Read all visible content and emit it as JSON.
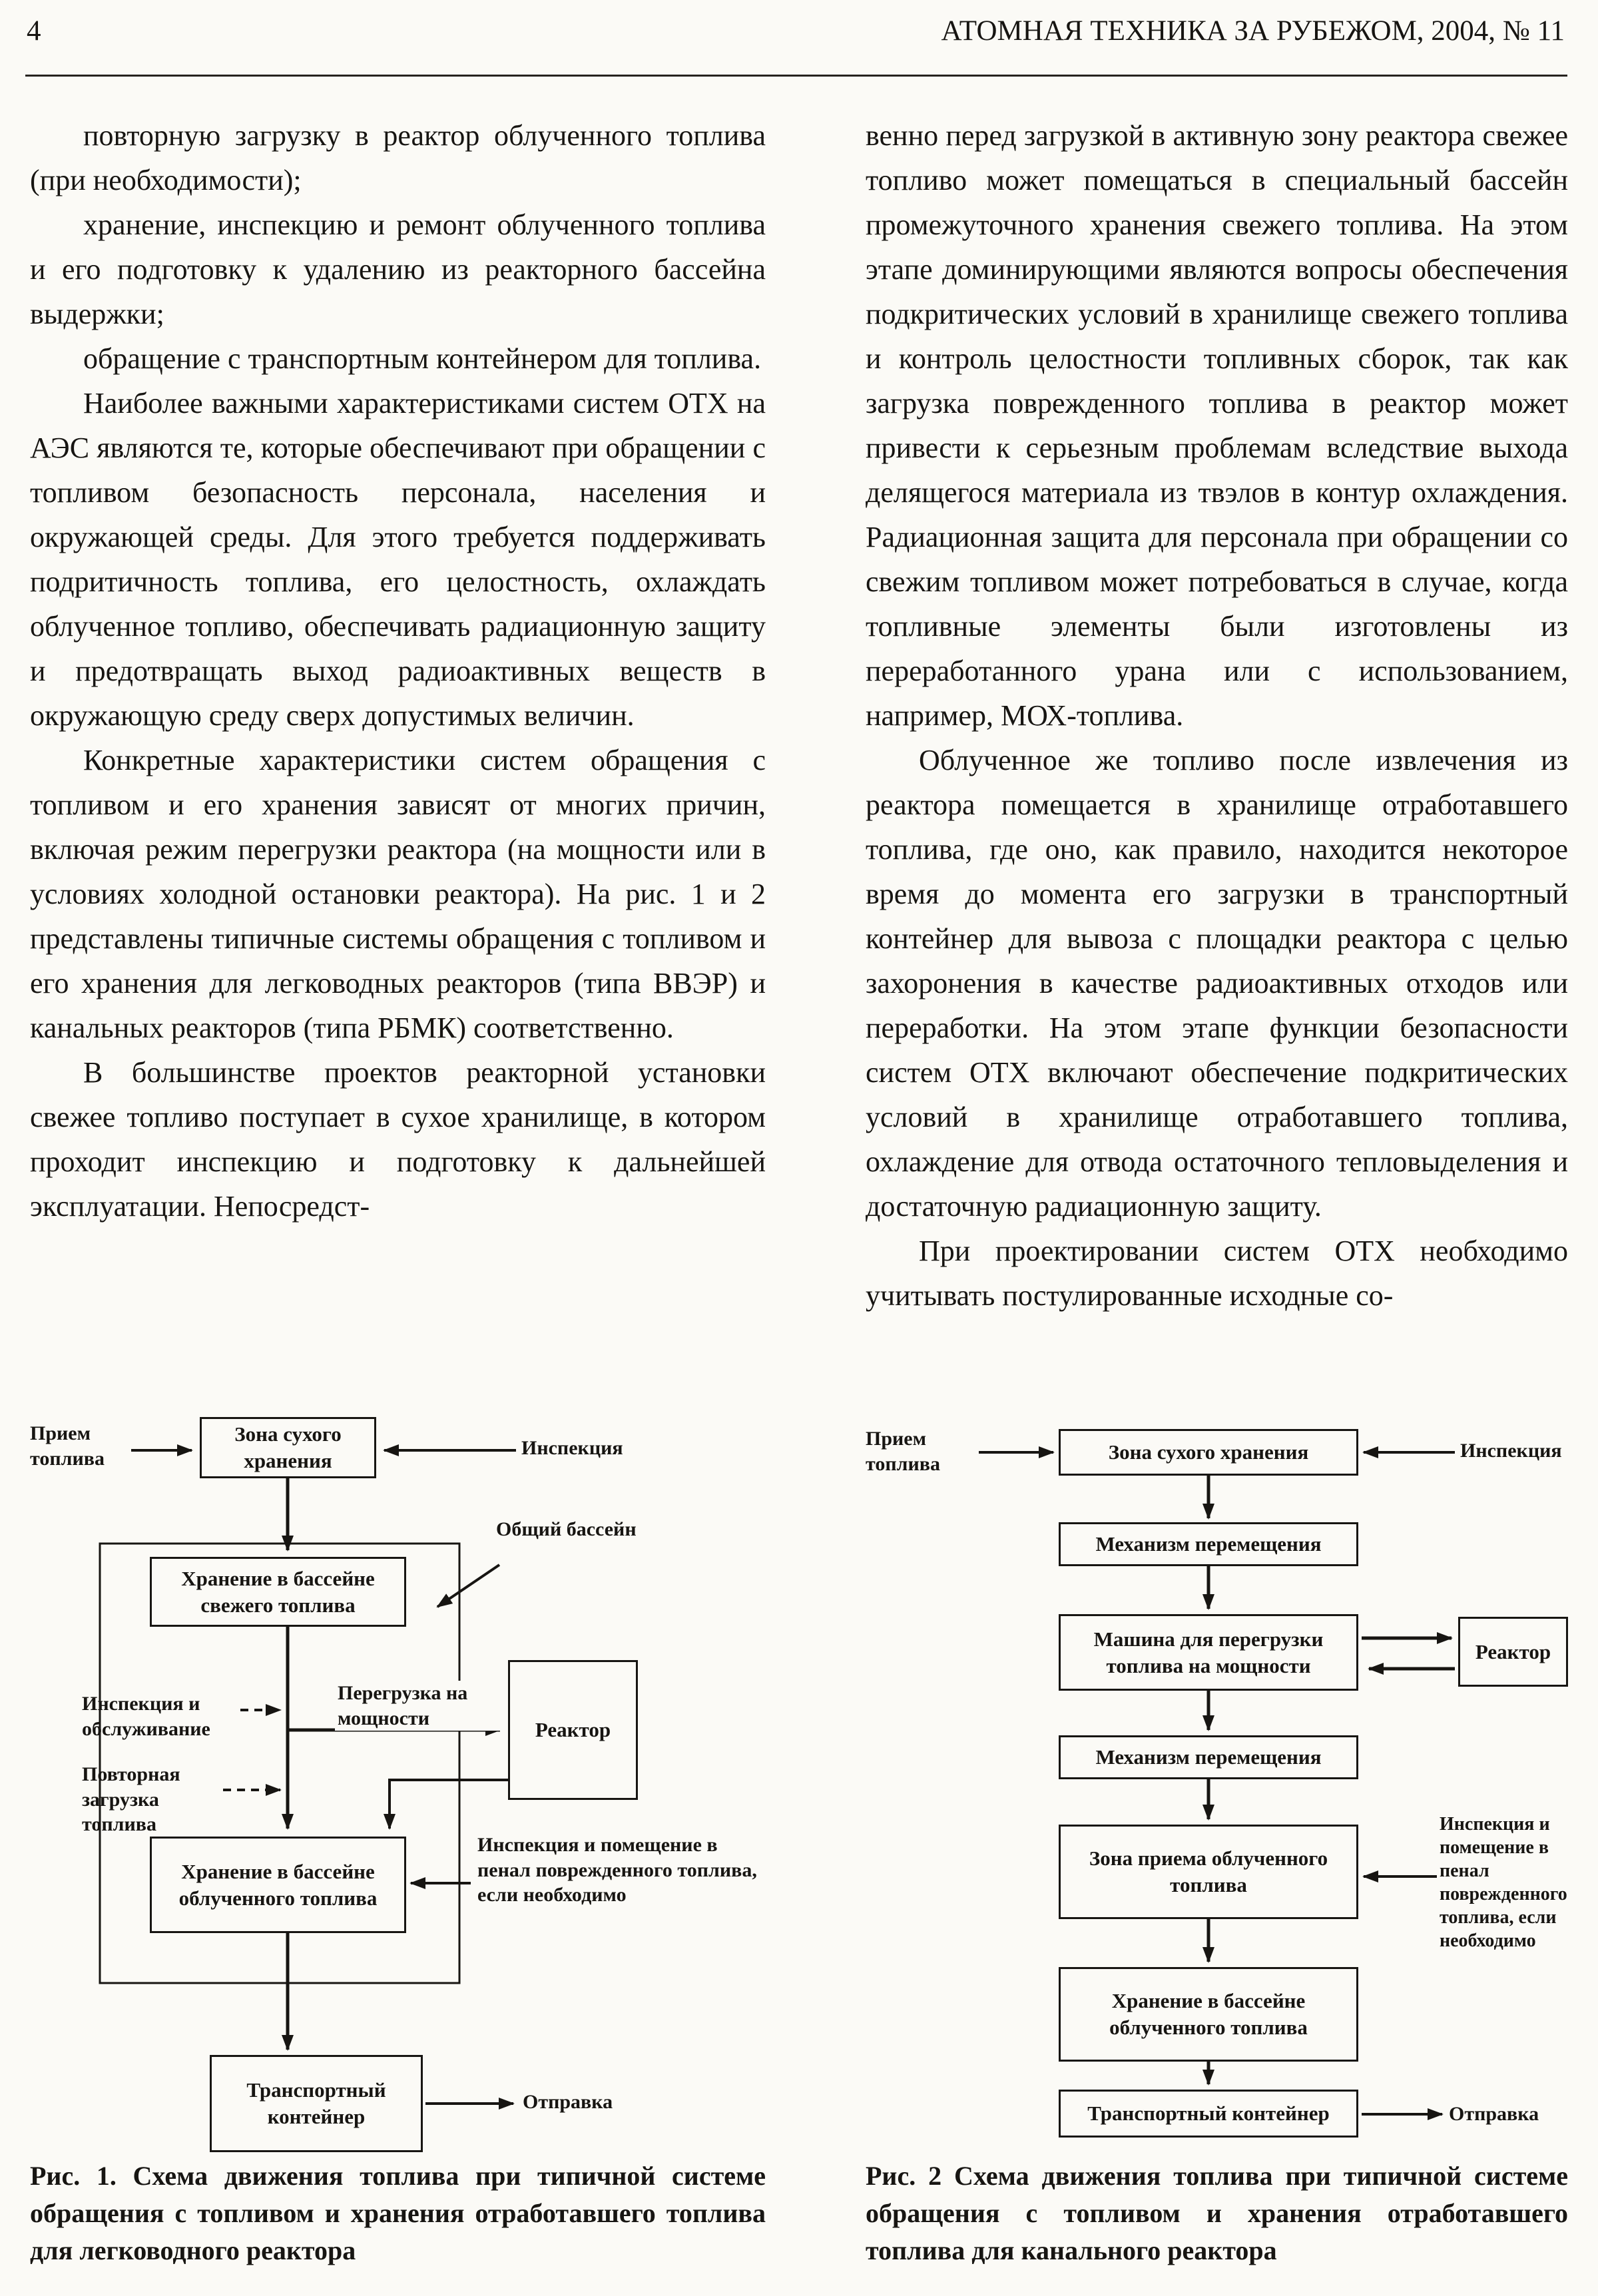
{
  "header": {
    "page_number": "4",
    "journal_title": "АТОМНАЯ ТЕХНИКА ЗА РУБЕЖОМ, 2004, № 11"
  },
  "article": {
    "left_column": {
      "paragraphs": [
        "повторную загрузку в реактор облученного топлива (при необходимости);",
        "хранение, инспекцию и ремонт облученного топлива и его подготовку к удалению из реакторного бассейна выдержки;",
        "обращение с транспортным контейнером для топлива.",
        "Наиболее важными характеристиками систем ОТХ на АЭС являются те, которые обеспечивают при обращении с топливом безопасность персонала, населения и окружающей среды. Для этого требуется поддерживать подритичность топлива, его целостность, охлаждать облученное топливо, обеспечивать радиационную защиту и предотвращать выход радиоактивных веществ в окружающую среду сверх допустимых величин.",
        "Конкретные характеристики систем обращения с топливом и его хранения зависят от многих причин, включая режим перегрузки реактора (на мощности или в условиях холодной остановки реактора). На рис. 1 и 2 представлены типичные системы обращения с топливом и его хранения для легководных реакторов (типа ВВЭР) и канальных реакторов (типа РБМК) соответственно.",
        "В большинстве проектов реакторной установки свежее топливо поступает в сухое хранилище, в котором проходит инспекцию и подготовку к дальнейшей эксплуатации. Непосредст-"
      ]
    },
    "right_column": {
      "paragraphs": [
        "венно перед загрузкой в активную зону реактора свежее топливо может помещаться в специальный бассейн промежуточного хранения свежего топлива. На этом этапе доминирующими являются вопросы обеспечения подкритических условий в хранилище свежего топлива и контроль целостности топливных сборок, так как загрузка поврежденного топлива в реактор может привести к серьезным проблемам вследствие выхода делящегося материала из твэлов в контур охлаждения. Радиационная защита для персонала при обращении со свежим топливом может потребоваться в случае, когда топливные элементы были изготовлены из переработанного урана или с использованием, например, МОХ-топлива.",
        "Облученное же топливо после извлечения из реактора помещается в хранилище отработавшего топлива, где оно, как правило, находится некоторое время до момента его загрузки в транспортный контейнер для вывоза с площадки реактора с целью захоронения в качестве радиоактивных отходов или переработки. На этом этапе функции безопасности систем ОТХ включают обеспечение подкритических условий в хранилище отработавшего топлива, охлаждение для отвода остаточного тепловыделения и достаточную радиационную защиту.",
        "При проектировании систем ОТХ необходимо учитывать постулированные исходные со-"
      ]
    }
  },
  "figure1": {
    "labels": {
      "fuel_receipt": "Прием топлива",
      "inspection": "Инспекция",
      "common_pool": "Общий бассейн",
      "inspection_service": "Инспекция и обслуживание",
      "refueling_at_power": "Перегрузка на мощности",
      "repeat_reload": "Повторная загрузка топлива",
      "inspection_canning": "Инспекция и помещение в пенал поврежденного топлива, если необходимо",
      "dispatch": "Отправка"
    },
    "nodes": {
      "dry_storage": "Зона сухого хранения",
      "fresh_pool": "Хранение в бассейне свежего топлива",
      "reactor": "Реактор",
      "spent_pool": "Хранение в бассейне облученного топлива",
      "transport_cask": "Транспортный контейнер"
    },
    "caption": "Рис. 1. Схема движения топлива при типичной системе обращения с топливом и хранения отработавшего топлива для легководного реактора"
  },
  "figure2": {
    "labels": {
      "fuel_receipt": "Прием топлива",
      "inspection": "Инспекция",
      "inspection_canning": "Инспекция и помещение в пенал поврежденного топлива, если необходимо",
      "dispatch": "Отправка"
    },
    "nodes": {
      "dry_storage": "Зона сухого хранения",
      "transfer_mechanism_1": "Механизм перемещения",
      "refueling_machine": "Машина для перегрузки топлива на мощности",
      "reactor": "Реактор",
      "transfer_mechanism_2": "Механизм перемещения",
      "spent_receipt_zone": "Зона приема облученного топлива",
      "spent_pool": "Хранение в бассейне облученного топлива",
      "transport_cask": "Транспортный контейнер"
    },
    "caption": "Рис. 2 Схема движения топлива при типичной системе обращения с топливом и хранения отработавшего топлива для канального реактора"
  }
}
